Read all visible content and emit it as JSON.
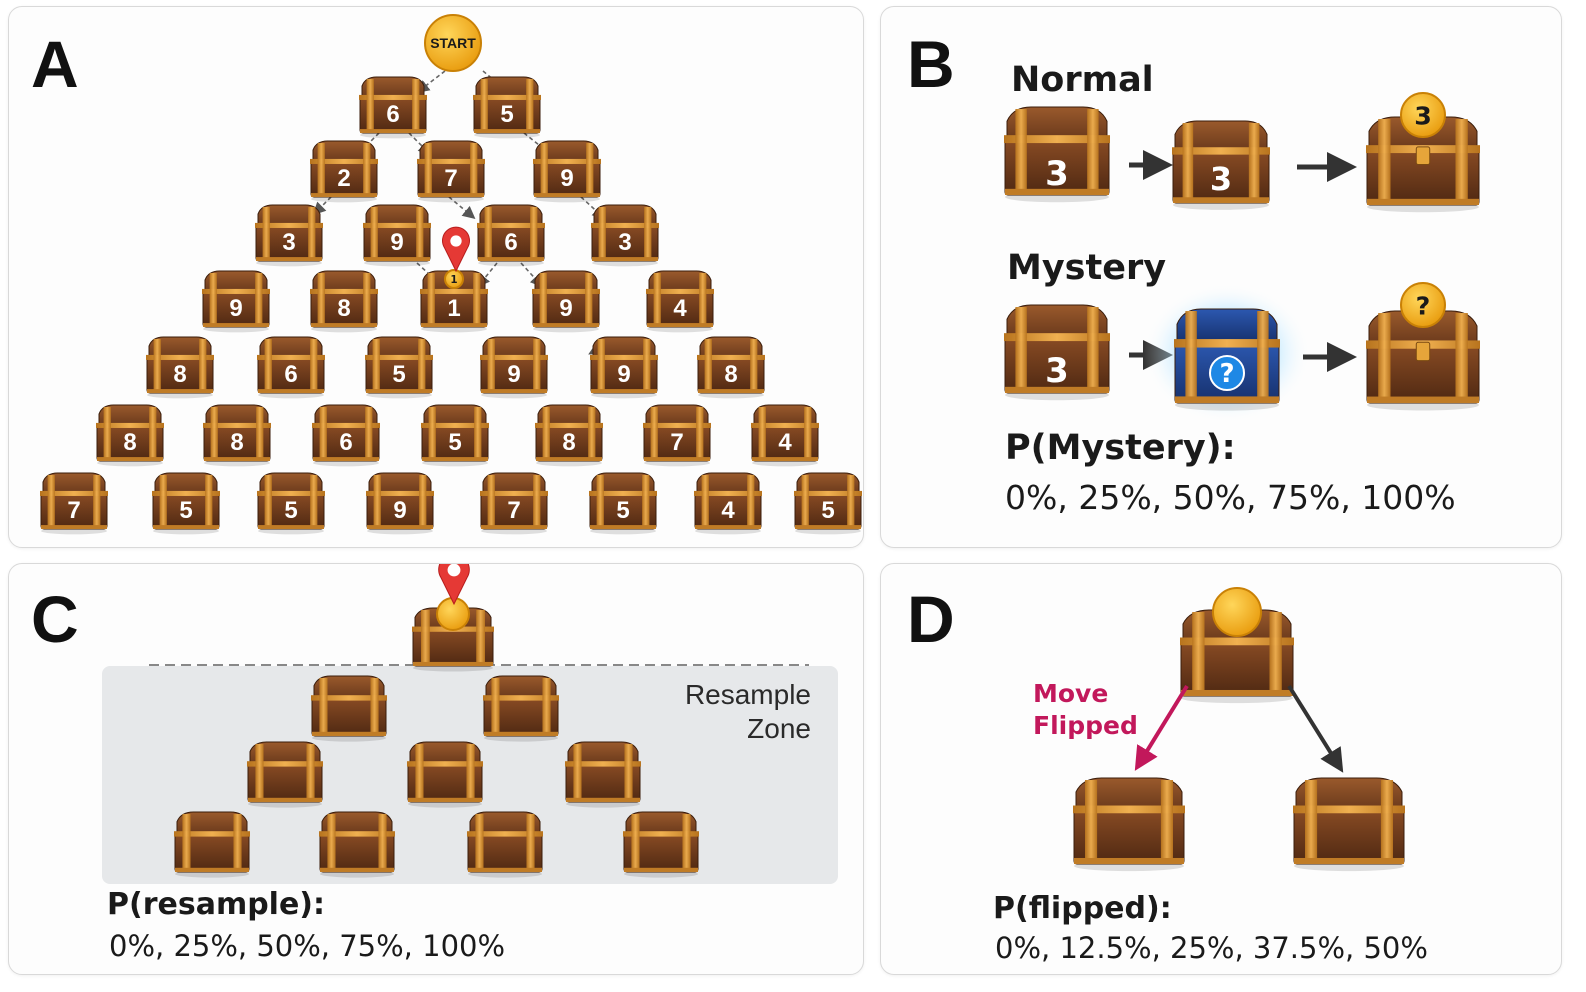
{
  "panels": {
    "a": {
      "label": "A",
      "start_text": "START",
      "marker_value": "1",
      "rows": [
        [
          "6",
          "5"
        ],
        [
          "2",
          "7",
          "9"
        ],
        [
          "3",
          "9",
          "6",
          "3"
        ],
        [
          "9",
          "8",
          "1",
          "9",
          "4"
        ],
        [
          "8",
          "6",
          "5",
          "9",
          "9",
          "8"
        ],
        [
          "8",
          "8",
          "6",
          "5",
          "8",
          "7",
          "4"
        ],
        [
          "7",
          "5",
          "5",
          "9",
          "7",
          "5",
          "4",
          "5"
        ]
      ]
    },
    "b": {
      "label": "B",
      "normal_title": "Normal",
      "normal_value": "3",
      "normal_coin": "3",
      "mystery_title": "Mystery",
      "mystery_value": "3",
      "mystery_symbol": "?",
      "mystery_coin": "?",
      "prob_label": "P(Mystery):",
      "prob_values": "0%, 25%, 50%, 75%, 100%"
    },
    "c": {
      "label": "C",
      "zone_line1": "Resample",
      "zone_line2": "Zone",
      "prob_label": "P(resample):",
      "prob_values": "0%, 25%, 50%, 75%, 100%"
    },
    "d": {
      "label": "D",
      "move_line1": "Move",
      "move_line2": "Flipped",
      "prob_label": "P(flipped):",
      "prob_values": "0%, 12.5%, 25%, 37.5%, 50%"
    }
  },
  "colors": {
    "chest_wood": "#6b3a1c",
    "chest_trim": "#d08a2c",
    "mystery_chest": "#1f3f8a",
    "coin": "#f6b61c",
    "pin": "#e53935",
    "move_flipped_arrow": "#c2185b",
    "zone_fill": "#e6e8ea"
  }
}
